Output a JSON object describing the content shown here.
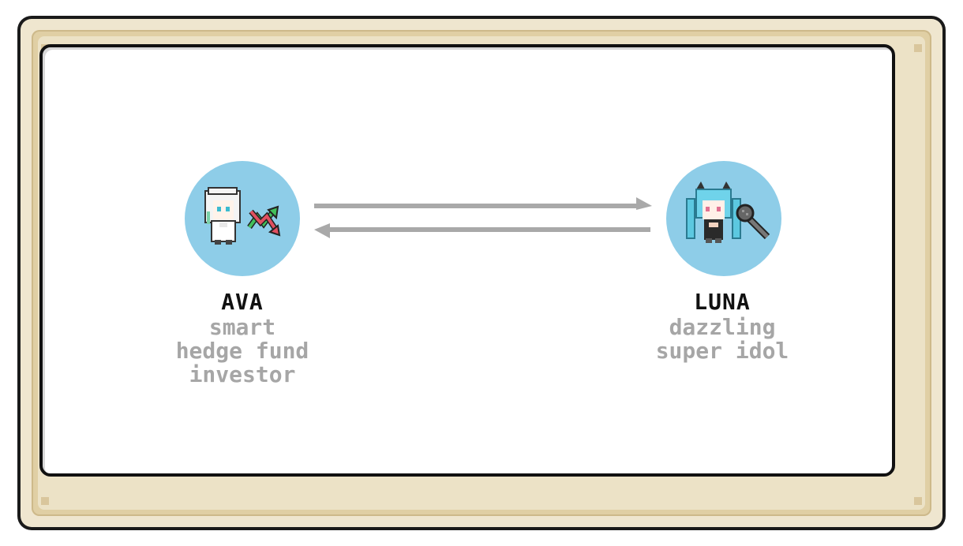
{
  "characters": [
    {
      "name": "AVA",
      "description_lines": [
        "smart",
        "hedge fund",
        "investor"
      ],
      "icon": "chart-arrow-icon",
      "portrait": "white-haired-girl-portrait"
    },
    {
      "name": "LUNA",
      "description_lines": [
        "dazzling",
        "super idol"
      ],
      "icon": "microphone-icon",
      "portrait": "blue-haired-idol-portrait"
    }
  ],
  "colors": {
    "avatar_bg": "#8ecde8",
    "arrow": "#a9a9a9",
    "description_text": "#a6a6a6",
    "frame_cream": "#efe6cf",
    "frame_tan": "#e0cfa4"
  }
}
